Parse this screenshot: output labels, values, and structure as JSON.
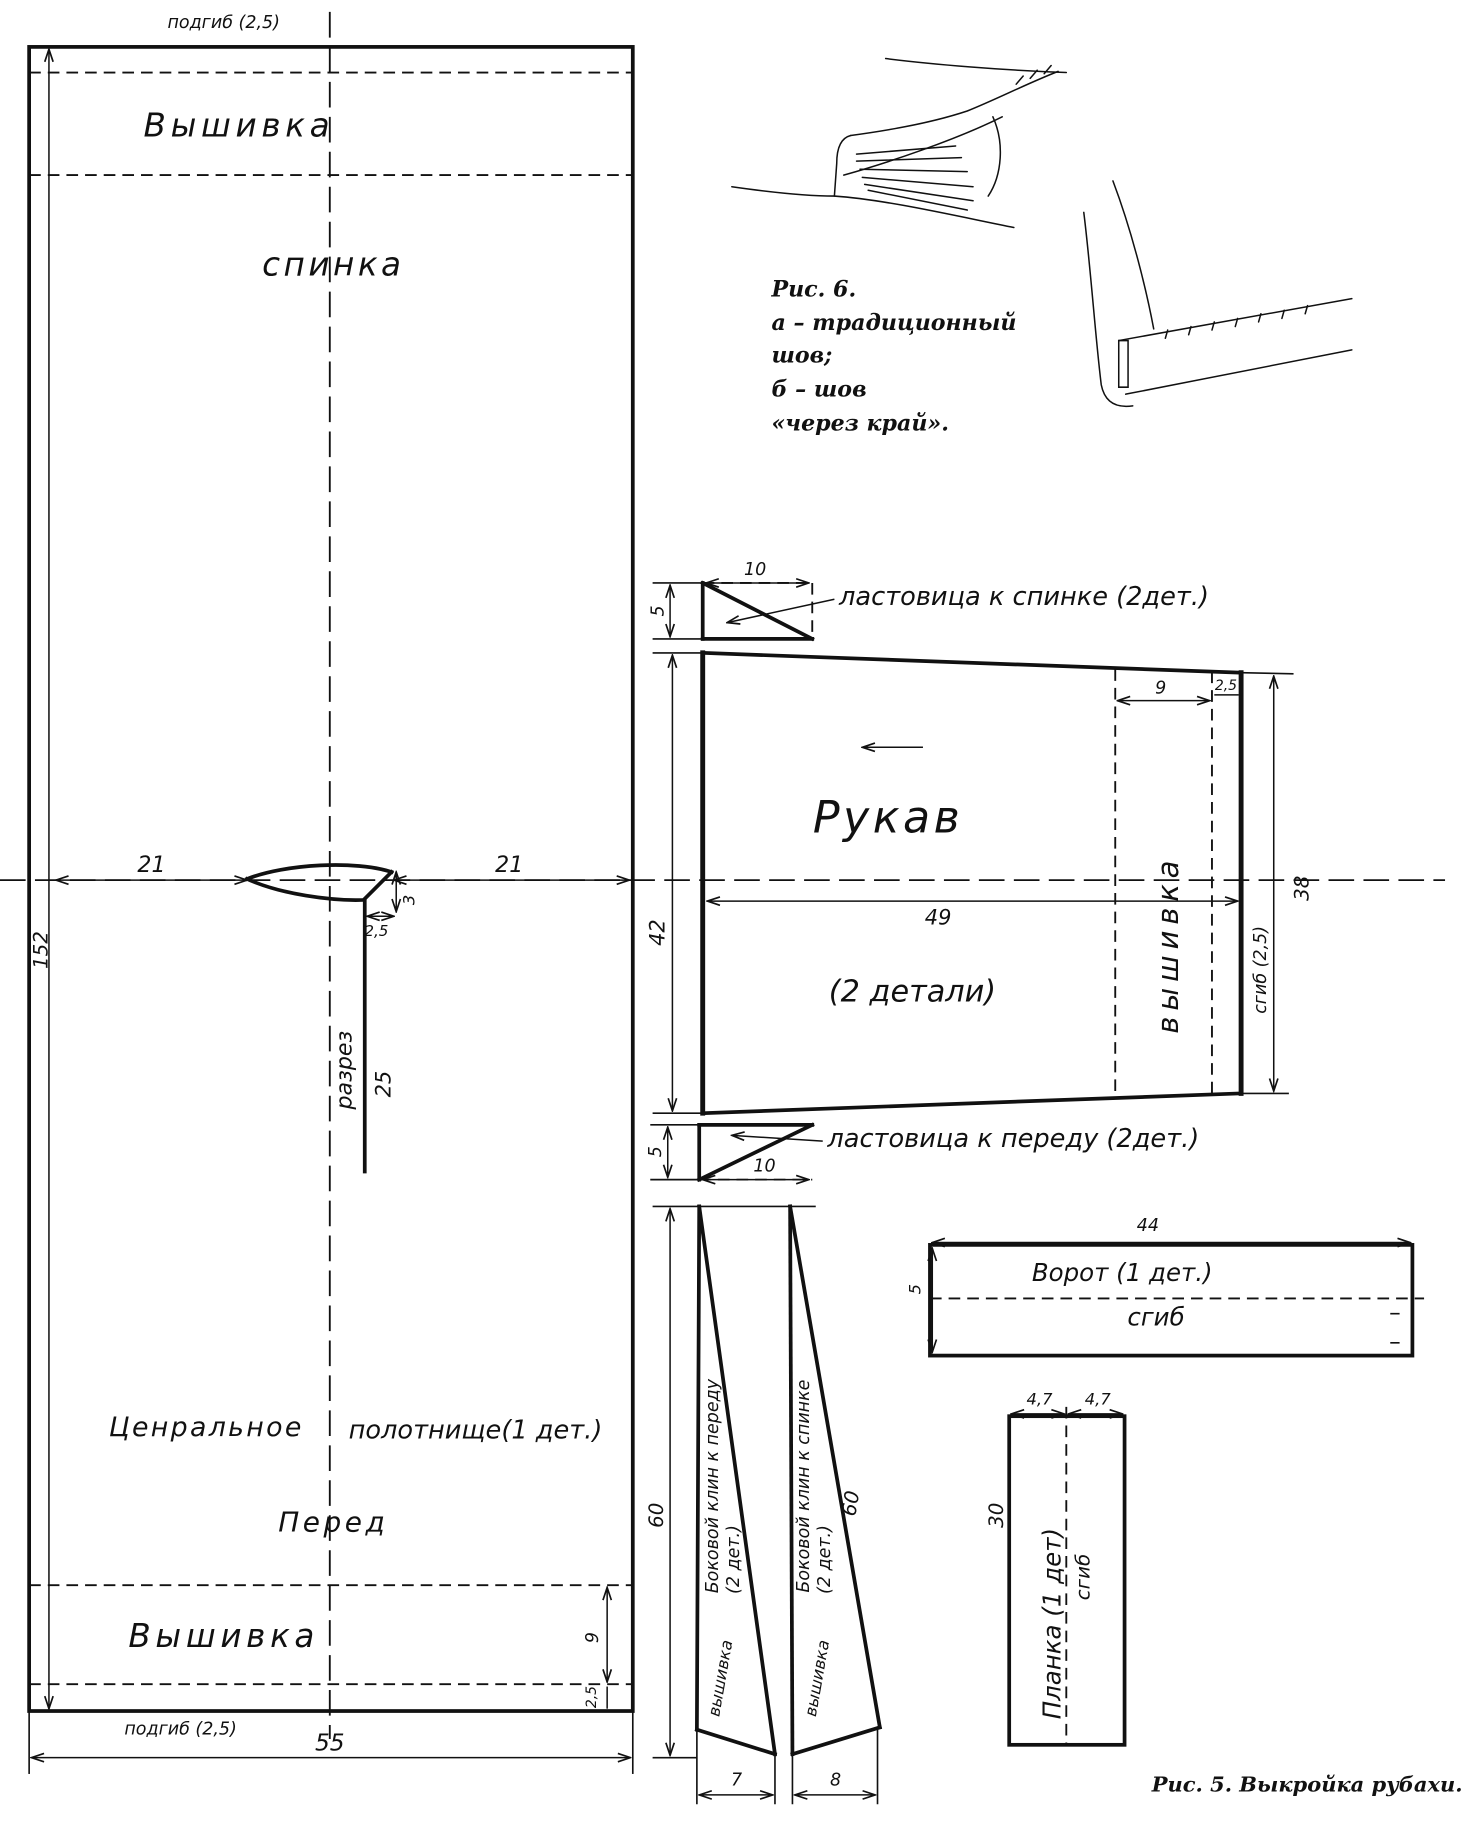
{
  "central_panel": {
    "hem_top_label": "подгиб (2,5)",
    "embroidery_top_label": "Вышивка",
    "back_label": "спинка",
    "half_width_left": "21",
    "half_width_right": "21",
    "neck_depth": "3",
    "neck_offset": "2,5",
    "length": "152",
    "slit_label": "разрез",
    "slit_length": "25",
    "title_word1": "Ценральное",
    "title_word2": "полотнище(1 дет.)",
    "front_label": "Перед",
    "embroidery_bottom_label": "Вышивка",
    "embroidery_height": "9",
    "hem_height": "2,5",
    "hem_bottom_label": "подгиб (2,5)",
    "width": "55"
  },
  "figure6": {
    "title": "Рис. 6.",
    "lines": [
      "а – традиционный",
      "шов;",
      "б – шов",
      "«через край»."
    ]
  },
  "gusset_back": {
    "label": "ластовица к спинке (2дет.)",
    "width": "10",
    "height": "5"
  },
  "sleeve": {
    "title": "Рукав",
    "count": "(2 детали)",
    "length": "49",
    "width_top": "42",
    "width_cuff": "38",
    "embroidery_width": "9",
    "fold_width": "2,5",
    "embroidery_label": "вышивка",
    "fold_label": "сгиб (2,5)"
  },
  "gusset_front": {
    "label": "ластовица к переду (2дет.)",
    "width": "10",
    "height": "5"
  },
  "gore_front": {
    "label": "Боковой клин к переду",
    "count": "(2 дет.)",
    "embroidery_label": "вышивка",
    "length": "60",
    "base": "7"
  },
  "gore_back": {
    "label": "Боковой клин к спинке",
    "count": "(2 дет.)",
    "embroidery_label": "вышивка",
    "length": "60",
    "base": "8"
  },
  "collar": {
    "label": "Ворот (1 дет.)",
    "fold_label": "сгиб",
    "length": "44",
    "height": "5"
  },
  "placket": {
    "label": "Планка (1 дет)",
    "fold_label": "сгиб",
    "half_width_left": "4,7",
    "half_width_right": "4,7",
    "length": "30"
  },
  "caption": "Рис. 5. Выкройка рубахи."
}
